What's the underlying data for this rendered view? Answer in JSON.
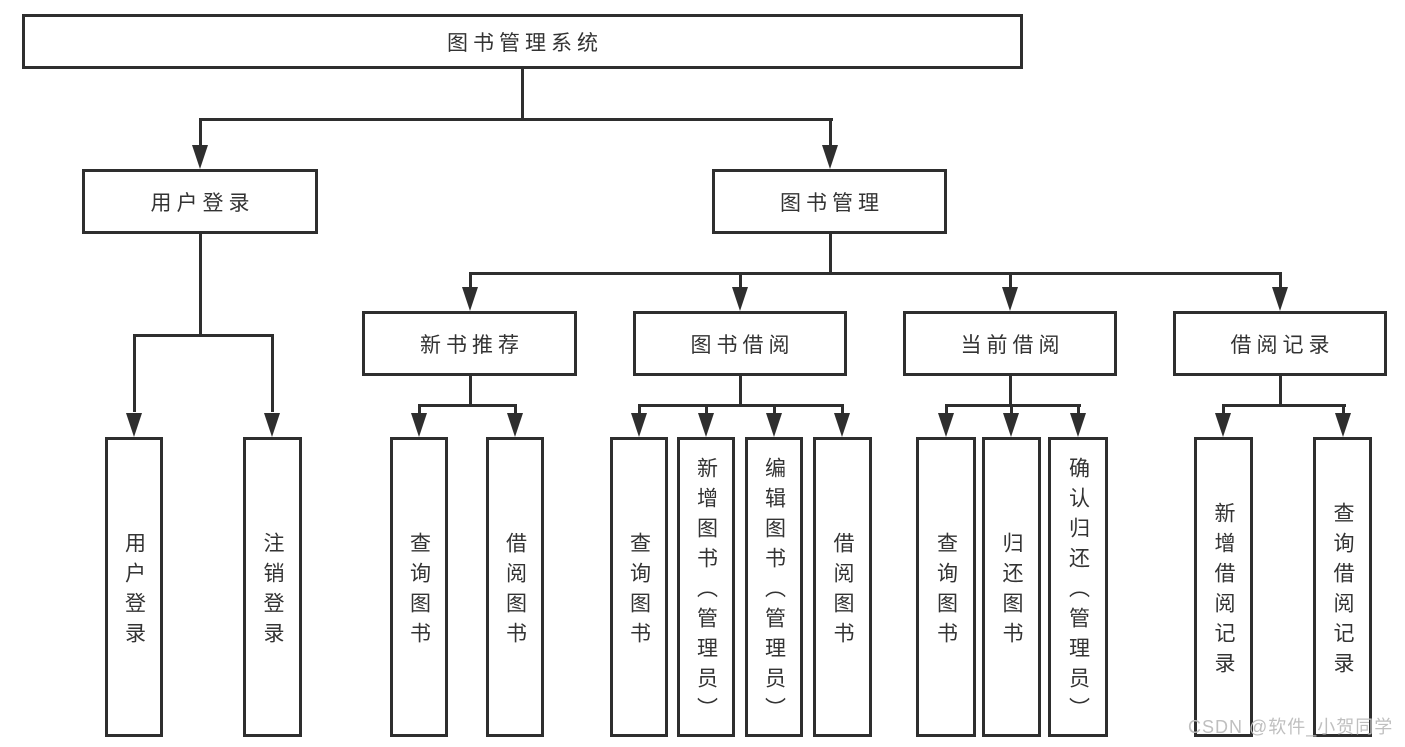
{
  "tree": {
    "root": {
      "label": "图书管理系统",
      "children": [
        {
          "label": "用户登录",
          "children": [
            {
              "label": "用户登录"
            },
            {
              "label": "注销登录"
            }
          ]
        },
        {
          "label": "图书管理",
          "children": [
            {
              "label": "新书推荐",
              "children": [
                {
                  "label": "查询图书"
                },
                {
                  "label": "借阅图书"
                }
              ]
            },
            {
              "label": "图书借阅",
              "children": [
                {
                  "label": "查询图书"
                },
                {
                  "label": "新增图书（管理员）"
                },
                {
                  "label": "编辑图书（管理员）"
                },
                {
                  "label": "借阅图书"
                }
              ]
            },
            {
              "label": "当前借阅",
              "children": [
                {
                  "label": "查询图书"
                },
                {
                  "label": "归还图书"
                },
                {
                  "label": "确认归还（管理员）"
                }
              ]
            },
            {
              "label": "借阅记录",
              "children": [
                {
                  "label": "新增借阅记录"
                },
                {
                  "label": "查询借阅记录"
                }
              ]
            }
          ]
        }
      ]
    }
  },
  "watermark": {
    "text": "CSDN @软件_小贺同学"
  },
  "colors": {
    "line": "#2e2e2e",
    "text": "#333333",
    "box_fill": "#ffffff",
    "watermark": "#bfbfbf",
    "background": "#ffffff"
  }
}
